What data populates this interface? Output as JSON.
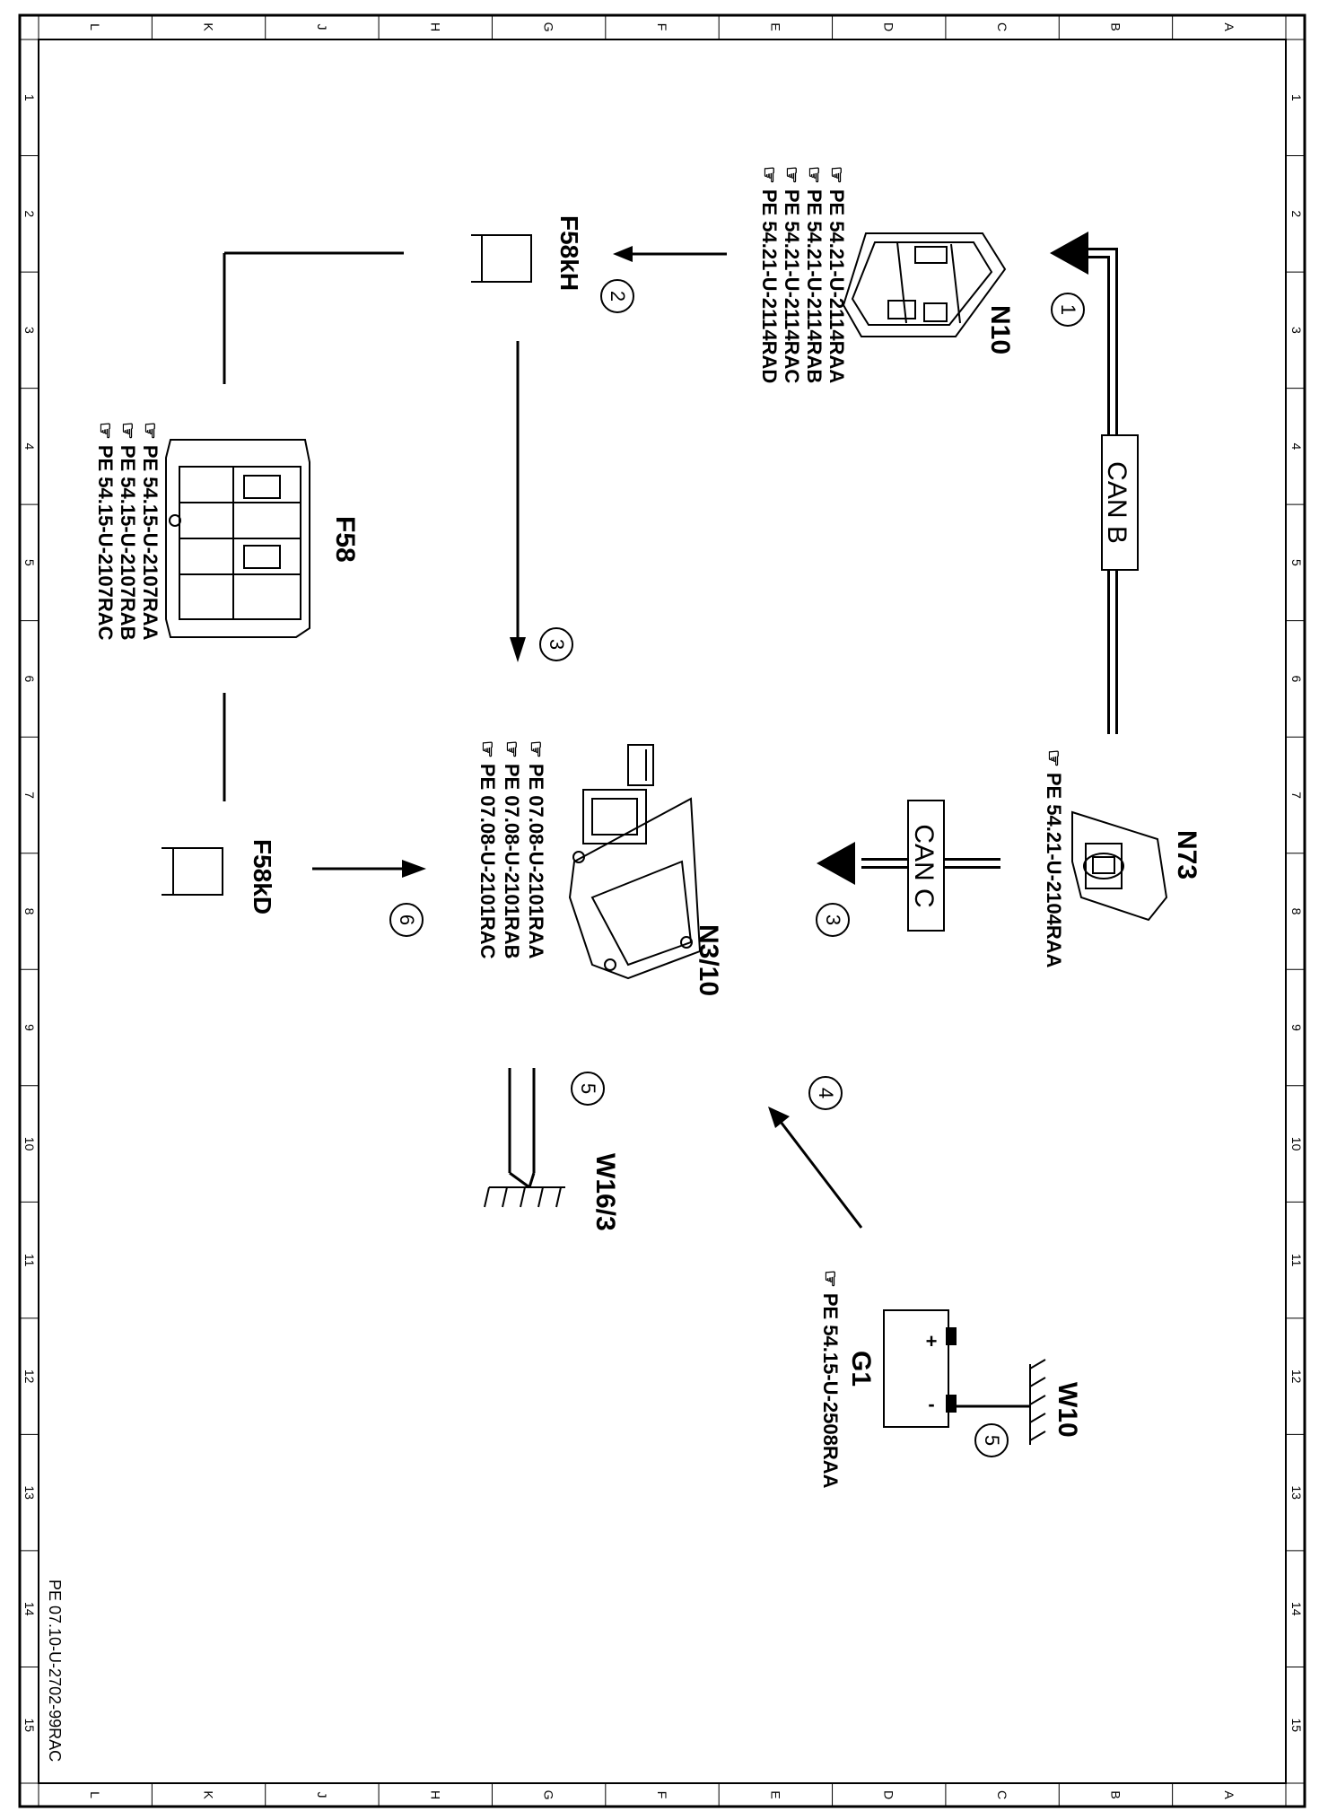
{
  "frame": {
    "column_letters": [
      "L",
      "K",
      "J",
      "H",
      "G",
      "F",
      "E",
      "D",
      "C",
      "B",
      "A"
    ],
    "row_numbers": [
      "1",
      "2",
      "3",
      "4",
      "5",
      "6",
      "7",
      "8",
      "9",
      "10",
      "11",
      "12",
      "13",
      "14",
      "15"
    ]
  },
  "components": {
    "n10": {
      "label": "N10",
      "refs": [
        "PE  54.21-U-2114RAA",
        "PE  54.21-U-2114RAB",
        "PE  54.21-U-2114RAC",
        "PE  54.21-U-2114RAD"
      ]
    },
    "f58kh": {
      "label": "F58kH"
    },
    "f58": {
      "label": "F58",
      "refs": [
        "PE  54.15-U-2107RAA",
        "PE  54.15-U-2107RAB",
        "PE  54.15-U-2107RAC"
      ]
    },
    "n73": {
      "label": "N73",
      "refs": [
        "PE  54.21-U-2104RAA"
      ]
    },
    "n3_10": {
      "label": "N3/10",
      "refs": [
        "PE  07.08-U-2101RAA",
        "PE  07.08-U-2101RAB",
        "PE  07.08-U-2101RAC"
      ]
    },
    "f58kd": {
      "label": "F58kD"
    },
    "w16_3": {
      "label": "W16/3"
    },
    "g1": {
      "label": "G1",
      "plus": "+",
      "minus": "-",
      "refs": [
        "PE  54.15-U-2508RAA"
      ]
    },
    "w10": {
      "label": "W10"
    }
  },
  "bus_labels": {
    "can_b": "CAN B",
    "can_c": "CAN C"
  },
  "step_numbers": {
    "s1": "1",
    "s2": "2",
    "s3a": "3",
    "s3b": "3",
    "s4": "4",
    "s5a": "5",
    "s5b": "5",
    "s6": "6"
  },
  "footer": {
    "doc_id": "PE 07.10-U-2702-99RAC"
  }
}
